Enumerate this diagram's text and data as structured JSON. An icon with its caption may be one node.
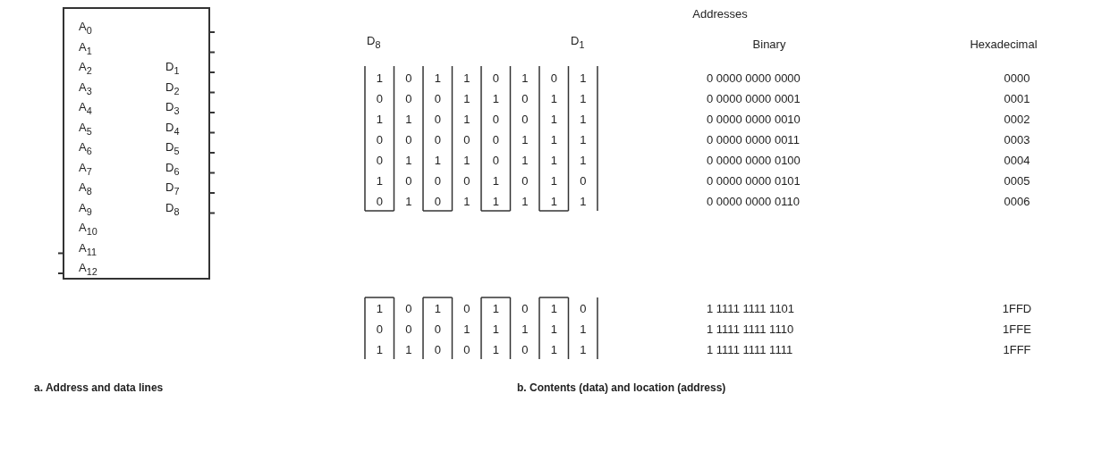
{
  "diagram": {
    "nodes": [
      {
        "text": [
          "A$_{0}$",
          "A$_{1}$",
          "A$_{2}$",
          "A$_{3}$",
          "A$_{4}$",
          "A$_{5}$",
          "A$_{6}$",
          "A$_{7}$",
          "A$_{8}$",
          "A$_{9}$",
          "A$_{10}$",
          "A$_{11}$",
          "A$_{12}$",
          "D$_{1}$",
          "D$_{2}$",
          "D$_{3}$",
          "D$_{4}$",
          "D$_{5}$",
          "D$_{6}$",
          "D$_{7}$",
          "D$_{8}$"
        ]
      }
    ],
    "edges": [],
    "labels": [
      "Addresses",
      "D$_{8}$",
      "D$_{1}$",
      "Binary",
      "Hexadecimal",
      "1",
      "0",
      "1",
      "1",
      "0",
      "1",
      "0",
      "1",
      "0 0000 0000 0000",
      "0000",
      "0",
      "0",
      "0",
      "1",
      "1",
      "0",
      "1",
      "1",
      "0 0000 0000 0001",
      "0001",
      "1",
      "1",
      "0",
      "1",
      "0",
      "0",
      "1",
      "1",
      "0 0000 0000 0010",
      "0002",
      "0",
      "0",
      "0",
      "0",
      "0",
      "1",
      "1",
      "1",
      "0 0000 0000 0011",
      "0003",
      "0",
      "1",
      "1",
      "1",
      "0",
      "1",
      "1",
      "1",
      "0 0000 0000 0100",
      "0004",
      "1",
      "0",
      "0",
      "0",
      "1",
      "0",
      "1",
      "0",
      "0 0000 0000 0101",
      "0005",
      "0",
      "1",
      "0",
      "1",
      "1",
      "1",
      "1",
      "1",
      "0 0000 0000 0110",
      "0006",
      "1",
      "0",
      "1",
      "0",
      "1",
      "0",
      "1",
      "0",
      "1 1111 1111 1101",
      "1FFD",
      "0",
      "0",
      "0",
      "1",
      "1",
      "1",
      "1",
      "1",
      "1 1111 1111 1110",
      "1FFE",
      "1",
      "1",
      "0",
      "0",
      "1",
      "0",
      "1",
      "1",
      "1 1111 1111 1111",
      "1FFF",
      "a. Address and data lines",
      "b. Contents (data) and location (address)"
    ]
  }
}
